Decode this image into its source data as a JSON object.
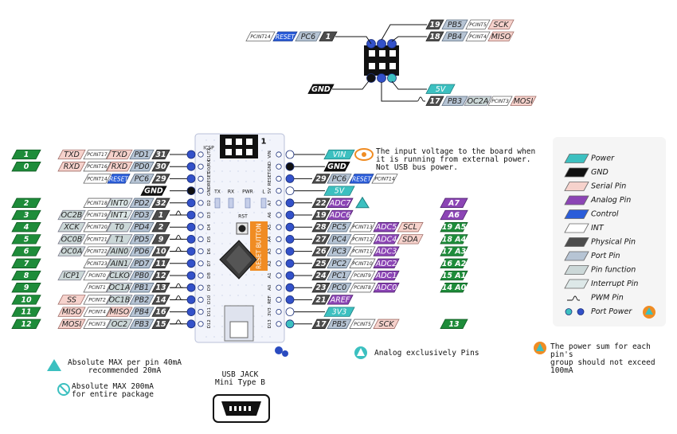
{
  "colors": {
    "power": "#3cc0c0",
    "gnd": "#111111",
    "serial": "#f6d2cc",
    "analog": "#8c45b5",
    "control": "#2a5cd9",
    "int": "#ffffff",
    "physical": "#4d4d4d",
    "port": "#b6c4d4",
    "func": "#ccd8d8",
    "interrupt": "#dde8e8",
    "arduino": "#1e8c3a",
    "board": "#f2f4fb",
    "dot": "#3351c9"
  },
  "icsp": {
    "label": "ICSP",
    "left": [
      {
        "pin": "1",
        "port": "PC6",
        "ctl": "RESET",
        "int": "PCINT14"
      },
      {
        "gnd": "GND"
      }
    ],
    "right": [
      {
        "pin": "19",
        "port": "PB5",
        "int": "PCINT5",
        "ser": "SCK"
      },
      {
        "pin": "18",
        "port": "PB4",
        "int": "PCINT4",
        "ser": "MISO"
      },
      {
        "power": "5V"
      },
      {
        "pin": "17",
        "port": "PB3",
        "func": "OC2A",
        "int": "PCINT3",
        "ser": "MOSI",
        "pwm": true
      }
    ]
  },
  "board": {
    "header_label": "ICSP",
    "pin1": "1",
    "left_pins": [
      "D1/TX",
      "D0/RX",
      "RESET",
      "GND",
      "D2",
      "D3",
      "D4",
      "D5",
      "D6",
      "D7",
      "D8",
      "D9",
      "D10",
      "D11",
      "D12"
    ],
    "right_pins": [
      "VIN",
      "GND",
      "RESET",
      "5V",
      "A7",
      "A6",
      "A5",
      "A4",
      "A3",
      "A2",
      "A1",
      "A0",
      "REF",
      "3V3",
      "D13"
    ],
    "leds": [
      "TX",
      "RX",
      "PWR",
      "L"
    ],
    "rst": "RST",
    "reset_button": "RESET BUTTON"
  },
  "left_rows": [
    {
      "ard": "1",
      "int": "PCINT17",
      "ser": "TXD",
      "port": "PD1",
      "pin": "31"
    },
    {
      "ard": "0",
      "int": "PCINT16",
      "ser": "RXD",
      "port": "PD0",
      "pin": "30"
    },
    {
      "int": "PCINT14",
      "ctl": "RESET",
      "port": "PC6",
      "pin": "29"
    },
    {
      "gnd": "GND"
    },
    {
      "ard": "2",
      "int": "PCINT18",
      "irq": "INT0",
      "port": "PD2",
      "pin": "32"
    },
    {
      "ard": "3",
      "func": "OC2B",
      "int": "PCINT19",
      "irq": "INT1",
      "port": "PD3",
      "pin": "1",
      "pwm": true
    },
    {
      "ard": "4",
      "func": "XCK",
      "int": "PCINT20",
      "func2": "T0",
      "port": "PD4",
      "pin": "2"
    },
    {
      "ard": "5",
      "func": "OC0B",
      "int": "PCINT21",
      "func2": "T1",
      "port": "PD5",
      "pin": "9",
      "pwm": true
    },
    {
      "ard": "6",
      "func": "OC0A",
      "int": "PCINT22",
      "func2": "AIN0",
      "port": "PD6",
      "pin": "10",
      "pwm": true
    },
    {
      "ard": "7",
      "int": "PCINT23",
      "func2": "AIN1",
      "port": "PD7",
      "pin": "11"
    },
    {
      "ard": "8",
      "func": "ICP1",
      "int": "PCINT0",
      "func2": "CLKO",
      "port": "PB0",
      "pin": "12"
    },
    {
      "ard": "9",
      "int": "PCINT1",
      "func2": "OC1A",
      "port": "PB1",
      "pin": "13",
      "pwm": true
    },
    {
      "ard": "10",
      "ser": "SS",
      "int": "PCINT2",
      "func2": "OC1B",
      "port": "PB2",
      "pin": "14",
      "pwm": true
    },
    {
      "ard": "11",
      "ser": "MISO",
      "int": "PCINT4",
      "port": "PB4",
      "pin": "16"
    },
    {
      "ard": "12",
      "ser": "MOSI",
      "int": "PCINT3",
      "func2": "OC2",
      "port": "PB3",
      "pin": "15",
      "pwm": true
    }
  ],
  "right_rows": [
    {
      "power": "VIN"
    },
    {
      "gnd": "GND"
    },
    {
      "pin": "29",
      "port": "PC6",
      "ctl": "RESET",
      "int": "PCINT14"
    },
    {
      "power": "5V"
    },
    {
      "pin": "22",
      "analog": "ADC7",
      "aonly": true,
      "ard": "A7"
    },
    {
      "pin": "19",
      "analog": "ADC6",
      "ard": "A6"
    },
    {
      "pin": "28",
      "port": "PC5",
      "int": "PCINT13",
      "analog": "ADC5",
      "ser": "SCL",
      "ard": "19",
      "ard2": "A5"
    },
    {
      "pin": "27",
      "port": "PC4",
      "int": "PCINT12",
      "analog": "ADC4",
      "ser": "SDA",
      "ard": "18",
      "ard2": "A4"
    },
    {
      "pin": "26",
      "port": "PC3",
      "int": "PCINT11",
      "analog": "ADC3",
      "ard": "17",
      "ard2": "A3"
    },
    {
      "pin": "25",
      "port": "PC2",
      "int": "PCINT10",
      "analog": "ADC2",
      "ard": "16",
      "ard2": "A2"
    },
    {
      "pin": "24",
      "port": "PC1",
      "int": "PCINT9",
      "analog": "ADC1",
      "ard": "15",
      "ard2": "A1"
    },
    {
      "pin": "23",
      "port": "PC0",
      "int": "PCINT8",
      "analog": "ADC0",
      "ard": "14",
      "ard2": "A0"
    },
    {
      "pin": "21",
      "analog": "AREF"
    },
    {
      "power": "3V3"
    },
    {
      "pin": "17",
      "port": "PB5",
      "int": "PCINT5",
      "ser": "SCK",
      "ard": "13",
      "led": true
    }
  ],
  "vin_note": "The input voltage to the board when\nit is running from external power.\nNot USB bus power.",
  "legend": [
    {
      "label": "Power",
      "key": "power"
    },
    {
      "label": "GND",
      "key": "gnd"
    },
    {
      "label": "Serial Pin",
      "key": "serial"
    },
    {
      "label": "Analog Pin",
      "key": "analog"
    },
    {
      "label": "Control",
      "key": "control"
    },
    {
      "label": "INT",
      "key": "int"
    },
    {
      "label": "Physical Pin",
      "key": "physical"
    },
    {
      "label": "Port Pin",
      "key": "port"
    },
    {
      "label": "Pin function",
      "key": "func"
    },
    {
      "label": "Interrupt Pin",
      "key": "interrupt"
    },
    {
      "label": "PWM Pin",
      "key": "pwm"
    },
    {
      "label": "Port Power",
      "key": "portpower"
    }
  ],
  "notes": {
    "max_pin": "Absolute MAX per pin 40mA\nrecommended 20mA",
    "max_pkg": "Absolute MAX 200mA\nfor entire package",
    "usb": "USB JACK\nMini Type B",
    "analog_only": "Analog exclusively Pins",
    "power_sum": "The power sum for each pin's\ngroup should not exceed 100mA"
  }
}
